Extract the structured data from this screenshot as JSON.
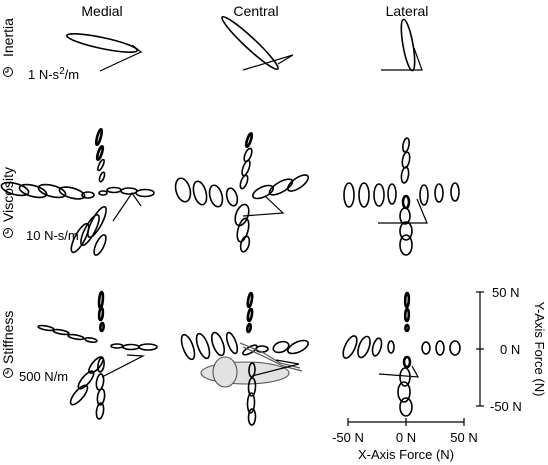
{
  "columns": [
    "Medial",
    "Central",
    "Lateral"
  ],
  "rows": [
    {
      "label": "Inertia",
      "scale": "1 N-s",
      "scale_exp": "2",
      "scale_unit": "/m"
    },
    {
      "label": "Viscosity",
      "scale": "10 N-s/m"
    },
    {
      "label": "Stiffness",
      "scale": "500 N/m"
    }
  ],
  "axes": {
    "x_label": "X-Axis Force (N)",
    "y_label": "Y-Axis Force (N)",
    "x_ticks": [
      "-50 N",
      "0 N",
      "50 N"
    ],
    "y_ticks": [
      "50 N",
      "0 N",
      "-50 N"
    ]
  },
  "icons": {
    "row_marker": "clock-icon"
  },
  "colors": {
    "ink": "#000000",
    "shade": "#e2e2e2"
  }
}
